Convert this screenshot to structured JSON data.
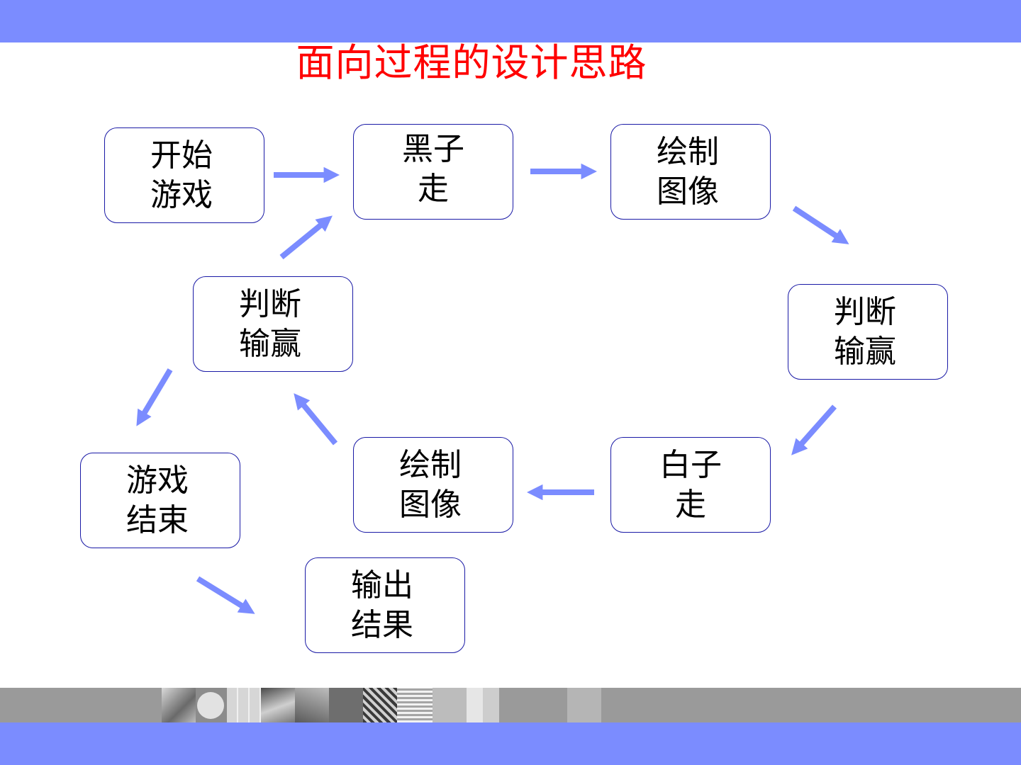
{
  "title": "面向过程的设计思路",
  "colors": {
    "bar": "#7b8cff",
    "arrow": "#7b8cff",
    "title": "#ff0000",
    "node_border": "#1a1aa6"
  },
  "nodes": {
    "start": "开始\n游戏",
    "black_move": "黑子\n走",
    "draw_1": "绘制\n图像",
    "judge_1": "判断\n输赢",
    "white_move": "白子\n走",
    "draw_2": "绘制\n图像",
    "judge_2": "判断\n输赢",
    "game_over": "游戏\n结束",
    "output": "输出\n结果"
  }
}
